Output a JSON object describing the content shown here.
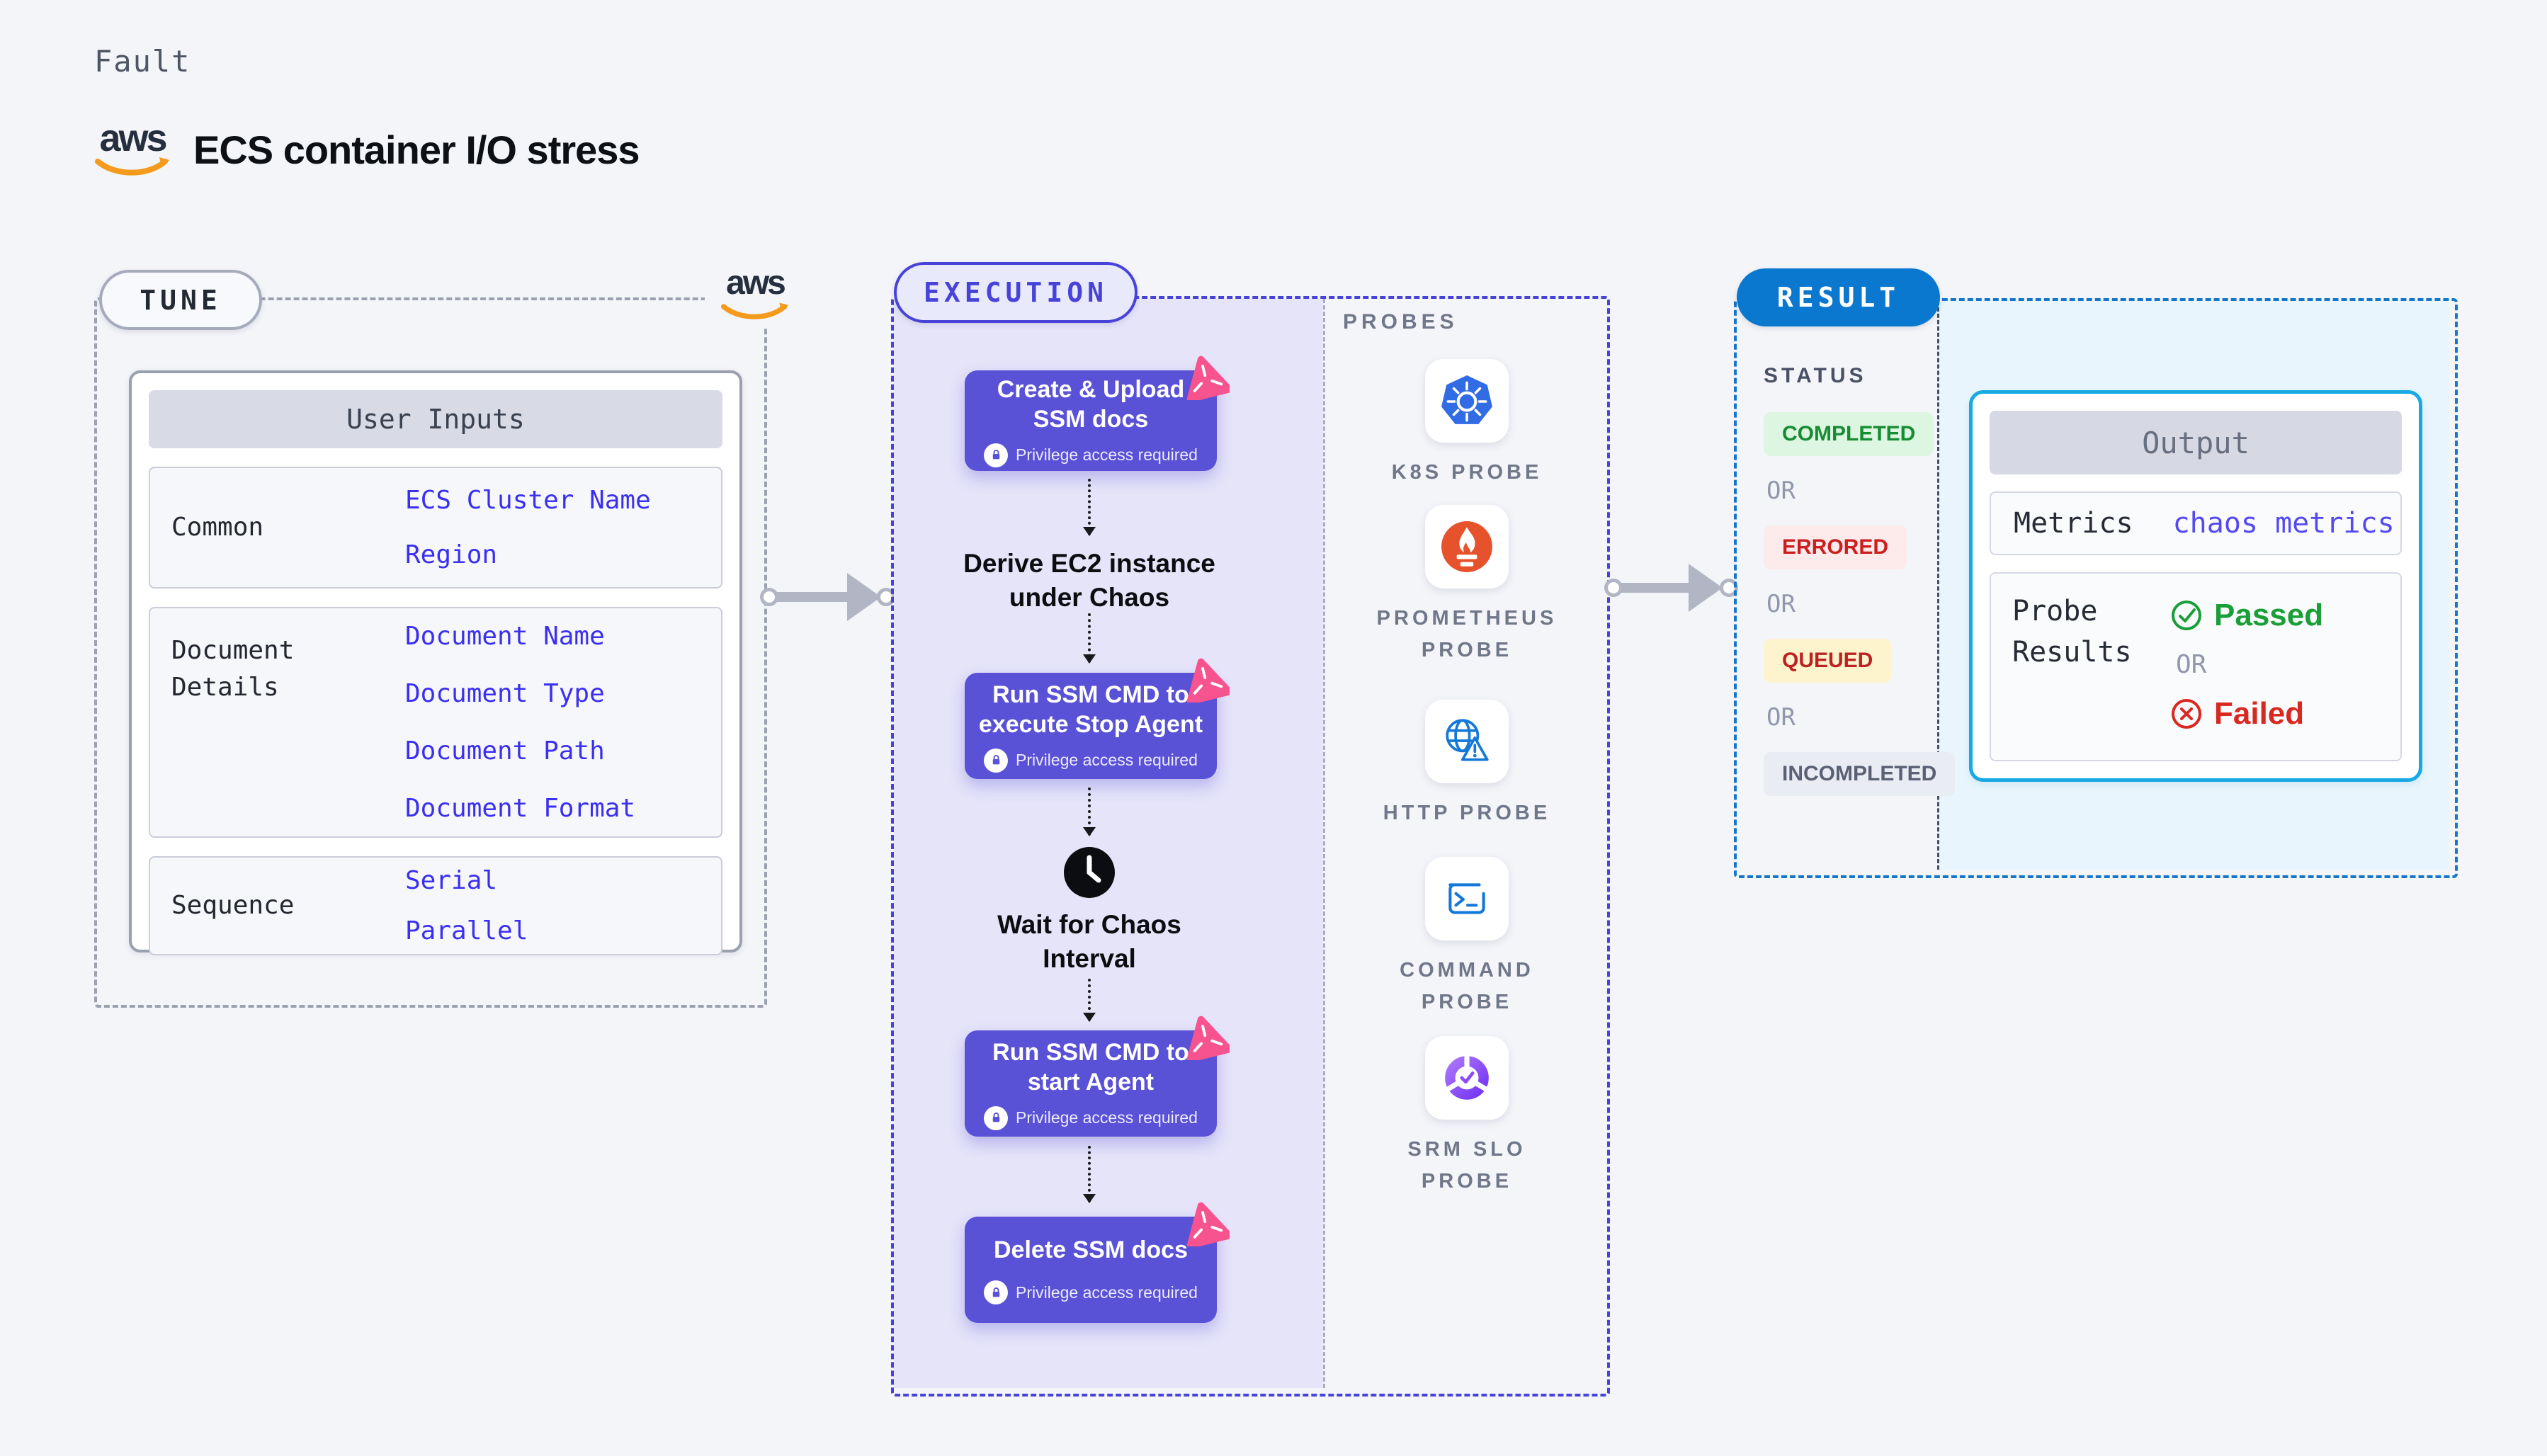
{
  "header": {
    "kicker": "Fault",
    "title": "ECS container I/O stress",
    "aws_wordmark": "aws"
  },
  "tune": {
    "badge": "TUNE",
    "user_inputs": {
      "title": "User Inputs",
      "rows": [
        {
          "label": "Common",
          "values": [
            "ECS Cluster Name",
            "Region"
          ]
        },
        {
          "label": "Document Details",
          "values": [
            "Document Name",
            "Document Type",
            "Document Path",
            "Document Format"
          ]
        },
        {
          "label": "Sequence",
          "values": [
            "Serial",
            "Parallel"
          ]
        }
      ]
    }
  },
  "execution": {
    "badge": "EXECUTION",
    "privilege_note": "Privilege access required",
    "steps": [
      {
        "type": "action",
        "title": "Create & Upload SSM docs"
      },
      {
        "type": "text",
        "title": "Derive EC2 instance under Chaos"
      },
      {
        "type": "action",
        "title": "Run SSM CMD to execute Stop Agent"
      },
      {
        "type": "wait",
        "title": "Wait for Chaos Interval"
      },
      {
        "type": "action",
        "title": "Run SSM CMD to start Agent"
      },
      {
        "type": "action",
        "title": "Delete SSM docs"
      }
    ]
  },
  "probes": {
    "heading": "PROBES",
    "items": [
      {
        "label": "K8S PROBE",
        "icon": "kubernetes-icon"
      },
      {
        "label": "PROMETHEUS PROBE",
        "icon": "prometheus-icon"
      },
      {
        "label": "HTTP PROBE",
        "icon": "globe-warning-icon"
      },
      {
        "label": "COMMAND PROBE",
        "icon": "terminal-icon"
      },
      {
        "label": "SRM SLO PROBE",
        "icon": "slo-donut-check-icon"
      }
    ]
  },
  "result": {
    "badge": "RESULT",
    "status": {
      "heading": "STATUS",
      "items": [
        {
          "label": "COMPLETED",
          "tone": "green"
        },
        {
          "label": "OR",
          "tone": "none"
        },
        {
          "label": "ERRORED",
          "tone": "red"
        },
        {
          "label": "OR",
          "tone": "none"
        },
        {
          "label": "QUEUED",
          "tone": "yellow"
        },
        {
          "label": "OR",
          "tone": "none"
        },
        {
          "label": "INCOMPLETED",
          "tone": "grey"
        }
      ]
    },
    "output": {
      "title": "Output",
      "metrics_label": "Metrics",
      "metrics_value": "chaos metrics",
      "probe_results_label": "Probe Results",
      "passed_label": "Passed",
      "or_label": "OR",
      "failed_label": "Failed"
    }
  },
  "colors": {
    "accent_indigo": "#4843d8",
    "step_bg": "#5951d6",
    "result_blue": "#0b78d0",
    "output_border": "#16a9e4",
    "value_blue": "#3b2ff0",
    "passed_green": "#1a9e38",
    "failed_red": "#d8281f",
    "aws_orange": "#f49a1c",
    "chaos_pink": "#f7538f",
    "cyan_panel": "#e8f5fc",
    "lavender_panel": "#e5e4f9"
  }
}
